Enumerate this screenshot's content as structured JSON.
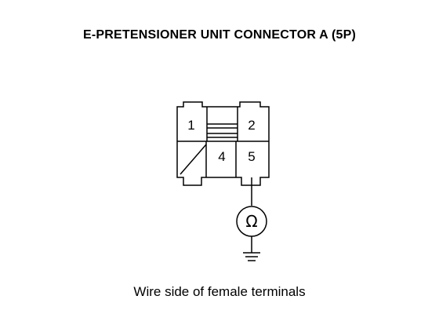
{
  "title": "E-PRETENSIONER UNIT CONNECTOR A (5P)",
  "connector": {
    "pins": [
      {
        "number": "1"
      },
      {
        "number": "2"
      },
      {
        "number": "4"
      },
      {
        "number": "5"
      }
    ]
  },
  "meter": {
    "symbol": "Ω",
    "icon": "ohmmeter-icon"
  },
  "ground": {
    "icon": "ground-icon"
  },
  "caption": "Wire side of female terminals",
  "colors": {
    "line": "#000000",
    "background": "#ffffff"
  }
}
